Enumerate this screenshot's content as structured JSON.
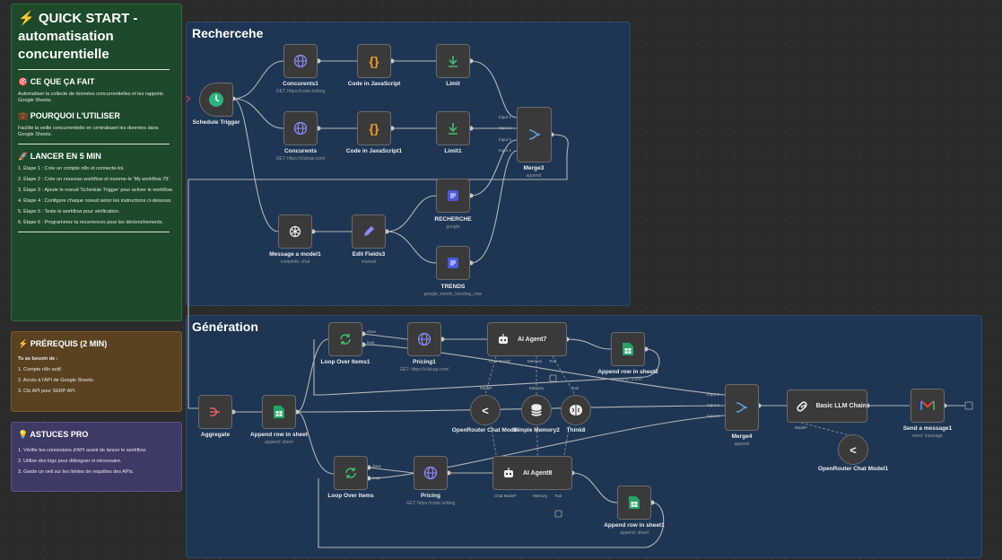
{
  "sticky_quickstart": {
    "title": "⚡ QUICK START - automatisation concurentielle",
    "h_what": "🎯 CE QUE ÇA FAIT",
    "what_text": "Automatiser la collecte de données concurrentielles et les rapports Google Sheets.",
    "h_why": "💼 POURQUOI L'UTILISER",
    "why_text": "Facilite la veille concurrentielle en centralisant les données dans Google Sheets.",
    "h_launch": "🚀 LANCER EN 5 MIN",
    "steps": [
      "1. Étape 1 : Crée un compte n8n et connecte-toi.",
      "2. Étape 2 : Crée un nouveau workflow et nomme-le 'My workflow 79'.",
      "3. Étape 3 : Ajoute le noeud 'Schedule Trigger' pour activer le workflow.",
      "4. Étape 4 : Configure chaque noeud selon les instructions ci-dessous.",
      "5. Étape 5 : Teste le workflow pour vérification.",
      "6. Étape 6 : Programmez ta recurrences pour les déclenchements."
    ]
  },
  "sticky_prereq": {
    "title": "⚡ PRÉREQUIS (2 MIN)",
    "intro": "Tu as besoin de :",
    "items": [
      "1. Compte n8n actif.",
      "2. Accès à l'API de Google Sheets.",
      "3. Clé API pour SERP API."
    ]
  },
  "sticky_tips": {
    "title": "💡 ASTUCES PRO",
    "items": [
      "1. Vérifie tes connexions d'API avant de lancer le workflow.",
      "2. Utilise des logs pour déboguer si nécessaire.",
      "3. Garde un oeil sur les limites de requêtes des APIs."
    ]
  },
  "groups": {
    "research": "Rechercehe",
    "generation": "Génération"
  },
  "nodes": {
    "schedule": {
      "name": "Schedule Trigger",
      "icon": "clock-icon"
    },
    "concurents1": {
      "name": "Concurents1",
      "sub": "GET: https://code.lo/blog",
      "icon": "globe-icon"
    },
    "code_js": {
      "name": "Code in JavaScript",
      "icon": "braces-icon"
    },
    "limit": {
      "name": "Limit",
      "icon": "download-icon"
    },
    "concurents": {
      "name": "Concurents",
      "sub": "GET: https://clickup.com/",
      "icon": "globe-icon"
    },
    "code_js1": {
      "name": "Code in JavaScript1",
      "icon": "braces-icon"
    },
    "limit1": {
      "name": "Limit1",
      "icon": "download-icon"
    },
    "merge3": {
      "name": "Merge3",
      "sub": "append",
      "icon": "merge-icon"
    },
    "recherche": {
      "name": "RECHERCHE",
      "sub": "google",
      "icon": "serpapi-icon"
    },
    "message_model": {
      "name": "Message a model1",
      "sub": "complete: chat",
      "icon": "openai-icon"
    },
    "edit_fields": {
      "name": "Edit Fields3",
      "sub": "manual",
      "icon": "pencil-icon"
    },
    "trends": {
      "name": "TRENDS",
      "sub": "google_trends_trending_now",
      "icon": "serpapi-icon"
    },
    "aggregate": {
      "name": "Aggregate",
      "icon": "aggregate-icon"
    },
    "append_row": {
      "name": "Append row in sheet",
      "sub": "append: sheet",
      "icon": "sheets-icon"
    },
    "loop1": {
      "name": "Loop Over Items1",
      "icon": "loop-icon"
    },
    "pricing1": {
      "name": "Pricing1",
      "sub": "GET: https://clickup.com/",
      "icon": "globe-icon"
    },
    "agent7": {
      "name": "AI Agent7",
      "icon": "robot-icon"
    },
    "append_row2": {
      "name": "Append row in sheet2",
      "sub": "append: sheet",
      "icon": "sheets-icon"
    },
    "openrouter": {
      "name": "OpenRouter Chat Model",
      "icon": "openrouter-icon"
    },
    "memory": {
      "name": "Simple Memory2",
      "icon": "database-icon"
    },
    "think": {
      "name": "Think8",
      "icon": "brain-icon"
    },
    "loop": {
      "name": "Loop Over Items",
      "icon": "loop-icon"
    },
    "pricing": {
      "name": "Pricing",
      "sub": "GET: https://code.lo/blog",
      "icon": "globe-icon"
    },
    "agent8": {
      "name": "AI Agent8",
      "icon": "robot-icon"
    },
    "append_row1": {
      "name": "Append row in sheet1",
      "sub": "append: sheet",
      "icon": "sheets-icon"
    },
    "merge4": {
      "name": "Merge4",
      "sub": "append",
      "icon": "merge-icon"
    },
    "llm_chain": {
      "name": "Basic LLM Chain",
      "icon": "link-icon"
    },
    "openrouter1": {
      "name": "OpenRouter Chat Model1",
      "icon": "openrouter-icon"
    },
    "send_message": {
      "name": "Send a message1",
      "sub": "send: message",
      "icon": "gmail-icon"
    }
  },
  "ports": {
    "input1": "Input 1",
    "input2": "Input 2",
    "input3": "Input 3",
    "input4": "Input 4",
    "done": "done",
    "loop": "loop",
    "chat_model": "Chat Model*",
    "memory": "Memory",
    "tool": "Tool",
    "model": "Model*"
  },
  "colors": {
    "canvas": "#2b2b2b",
    "group": "#1e3654",
    "edge": "#b5b5b5",
    "node": "#3a3a3a"
  }
}
